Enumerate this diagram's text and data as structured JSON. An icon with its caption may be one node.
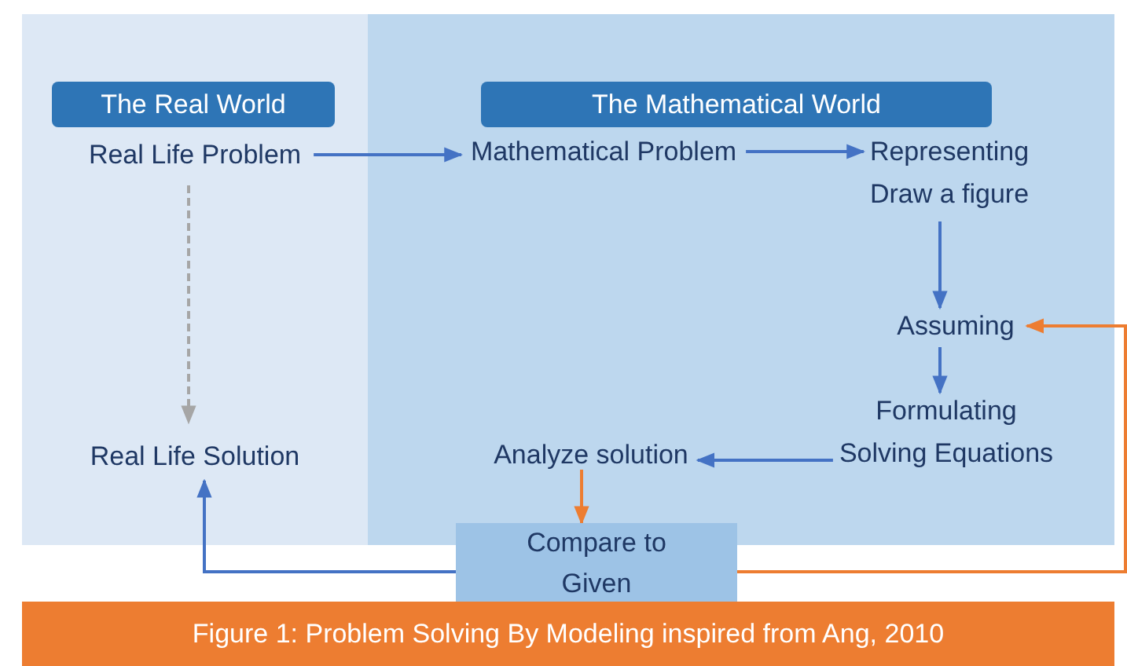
{
  "diagram": {
    "caption": "Figure 1: Problem Solving By Modeling inspired from Ang, 2010",
    "nodes": [
      {
        "text": [
          "The Real World"
        ]
      },
      {
        "text": [
          "The Mathematical World"
        ]
      },
      {
        "text": [
          "Real Life Problem"
        ],
        "in": 0
      },
      {
        "text": [
          "Mathematical Problem"
        ],
        "in": 1
      },
      {
        "text": [
          "Representing",
          "Draw a figure"
        ],
        "in": 1
      },
      {
        "text": [
          "Assuming"
        ],
        "in": 1
      },
      {
        "text": [
          "Formulating",
          "Solving Equations"
        ],
        "in": 1
      },
      {
        "text": [
          "Analyze solution"
        ],
        "in": 1
      },
      {
        "text": [
          "Compare to Given"
        ]
      },
      {
        "text": [
          "Real Life Solution"
        ],
        "in": 0
      }
    ],
    "edges": [
      {
        "from": 2,
        "to": 3,
        "arrow": "to"
      },
      {
        "from": 3,
        "to": 4,
        "arrow": "to"
      },
      {
        "from": 4,
        "to": 5,
        "arrow": "to"
      },
      {
        "from": 8,
        "to": 5,
        "arrow": "to",
        "color": "#ed7d31"
      },
      {
        "from": 5,
        "to": 6,
        "arrow": "to"
      },
      {
        "from": 6,
        "to": 7,
        "arrow": "to"
      },
      {
        "from": 7,
        "to": 8,
        "arrow": "to",
        "color": "#ed7d31"
      },
      {
        "from": 8,
        "to": 9,
        "arrow": "to"
      },
      {
        "from": 2,
        "to": 9,
        "arrow": "to",
        "style": "dashed",
        "color": "#a6a6a6"
      }
    ]
  }
}
